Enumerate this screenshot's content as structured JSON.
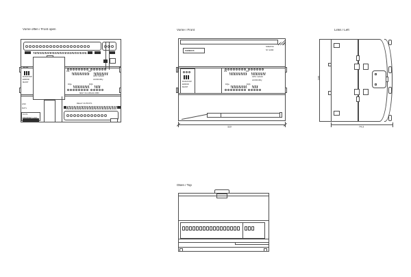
{
  "drawing": {
    "colors": {
      "background": "#ffffff",
      "line": "#4a4a4a",
      "text": "#1a1a1a"
    },
    "views": {
      "front_open": {
        "label": "Vorne offen / Front open"
      },
      "front": {
        "label": "Vorne / Front",
        "brand": "SIEMENS",
        "product_line1": "SIMATIC",
        "product_line2": "S7-1200",
        "width_dim": "110"
      },
      "left": {
        "label": "Links / Left",
        "height_dim": "100",
        "depth_dim": "74.3"
      },
      "top": {
        "label": "Oben / Top"
      }
    },
    "module": {
      "cpu_line1": "CPU 1214C",
      "cpu_line2": "AC/DC/Rly",
      "order_no": "6ES7 214-1BG40-0XB0",
      "led_run": "RUN/STOP",
      "led_error": "ERROR",
      "led_maint": "MAINT",
      "di_a": "DIa",
      "di_b": "DIb",
      "dq_a": "DQa",
      "dq_b": "DQb",
      "link": "LINK",
      "rxtx": "Rx/Tx",
      "port_line1": "X1 P1",
      "port_line2": "PROFINET (LAN)",
      "relay": "RELAY OUTPUTS"
    }
  }
}
